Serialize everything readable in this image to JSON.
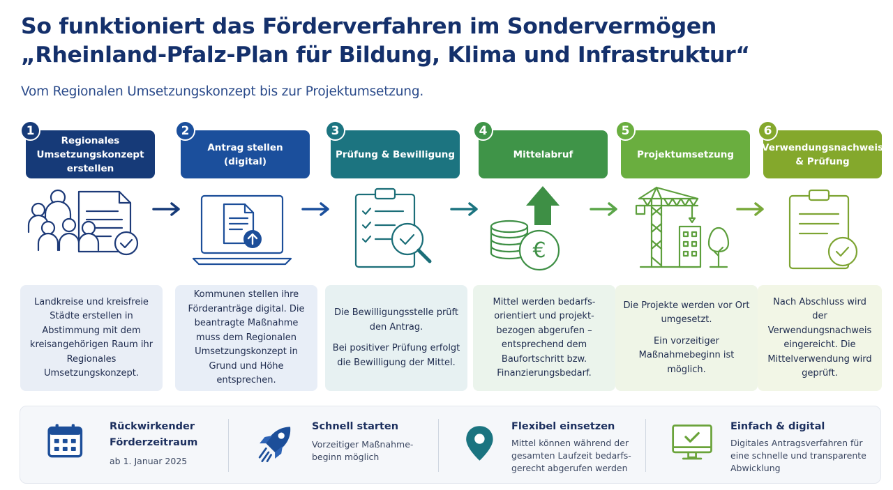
{
  "header": {
    "title_line1": "So funktioniert das Förderverfahren im Sondervermögen",
    "title_line2": "„Rheinland-Pfalz-Plan für Bildung, Klima und Infrastruktur“",
    "subtitle": "Vom Regionalen Umsetzungskonzept bis zur Projektumsetzung."
  },
  "colors": {
    "step1": "#163a78",
    "step2": "#1b4f9c",
    "step3": "#1c7480",
    "step4": "#3f9448",
    "step5": "#6aae3f",
    "step6": "#84a82c"
  },
  "steps": [
    {
      "number": "1",
      "title": "Regionales Umsetzungskonzept erstellen",
      "icon": "people-document-check-icon",
      "desc": "Landkreise und kreisfreie Städte erstellen in Abstimmung mit dem kreisangehörigen Raum ihr Regionales Umsetzungskonzept."
    },
    {
      "number": "2",
      "title": "Antrag stellen (digital)",
      "icon": "laptop-upload-icon",
      "desc": "Kommunen stellen ihre Förderanträge digital. Die beantragte Maßnahme muss dem Regionalen Umsetzungskonzept in Grund und Höhe entsprechen."
    },
    {
      "number": "3",
      "title": "Prüfung & Bewilligung",
      "icon": "clipboard-magnifier-icon",
      "desc": "Die Bewilligungsstelle prüft den Antrag.",
      "desc2": "Bei positiver Prüfung erfolgt die Bewilligung der Mittel."
    },
    {
      "number": "4",
      "title": "Mittelabruf",
      "icon": "coins-euro-arrow-icon",
      "desc": "Mittel werden bedarfs-orientiert und projekt-bezogen abgerufen – entsprechend dem Baufortschritt bzw. Finanzierungsbedarf."
    },
    {
      "number": "5",
      "title": "Projektumsetzung",
      "icon": "crane-building-tree-icon",
      "desc": "Die Projekte werden vor Ort umgesetzt.",
      "desc2": "Ein vorzeitiger Maßnahmebeginn ist möglich."
    },
    {
      "number": "6",
      "title": "Verwendungsnachweis & Prüfung",
      "icon": "clipboard-check-icon",
      "desc": "Nach Abschluss wird der Verwendungsnachweis eingereicht. Die Mittelverwendung wird geprüft."
    }
  ],
  "features": [
    {
      "icon": "calendar-icon",
      "title": "Rückwirkender Förderzeitraum",
      "text": "ab 1. Januar 2025"
    },
    {
      "icon": "rocket-icon",
      "title": "Schnell starten",
      "text": "Vorzeitiger Maßnahme-beginn möglich"
    },
    {
      "icon": "location-pin-icon",
      "title": "Flexibel einsetzen",
      "text": "Mittel können während der gesamten Laufzeit bedarfs-gerecht abgerufen werden"
    },
    {
      "icon": "monitor-check-icon",
      "title": "Einfach & digital",
      "text": "Digitales Antragsverfahren für eine schnelle und transparente Abwicklung"
    }
  ]
}
